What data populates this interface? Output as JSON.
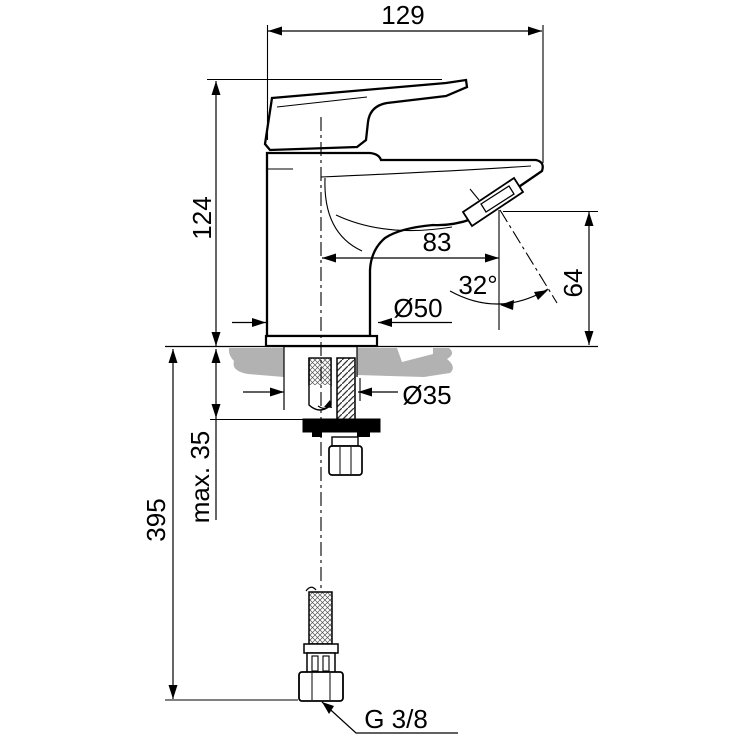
{
  "drawing": {
    "kind": "technical-dimension-drawing",
    "subject": "single-lever basin mixer tap, side elevation with installation section",
    "colors": {
      "background": "#ffffff",
      "line": "#000000",
      "deck": "#b2b2b2",
      "plate": "#000000"
    },
    "dimensions": {
      "overall_depth": "129",
      "overall_height": "124",
      "spout_reach": "83",
      "outlet_angle": "32°",
      "outlet_height": "64",
      "base_diameter": "Ø50",
      "hole_diameter": "Ø35",
      "max_deck_thickness": "max. 35",
      "hose_length": "395",
      "thread_size": "G 3/8"
    }
  }
}
